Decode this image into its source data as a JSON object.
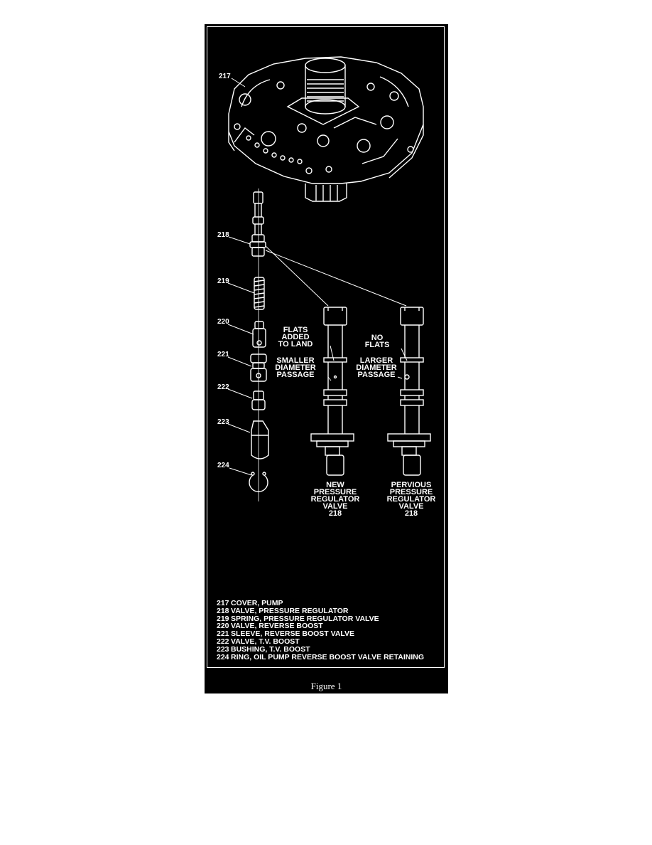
{
  "callouts": {
    "c217": "217",
    "c218": "218",
    "c219": "219",
    "c220": "220",
    "c221": "221",
    "c222": "222",
    "c223": "223",
    "c224": "224"
  },
  "new_valve": {
    "flats_note": [
      "FLATS",
      "ADDED",
      "TO LAND"
    ],
    "passage_note": [
      "SMALLER",
      "DIAMETER",
      "PASSAGE"
    ],
    "caption": [
      "NEW",
      "PRESSURE",
      "REGULATOR",
      "VALVE",
      "218"
    ]
  },
  "previous_valve": {
    "flats_note": [
      "NO",
      "FLATS"
    ],
    "passage_note": [
      "LARGER",
      "DIAMETER",
      "PASSAGE"
    ],
    "caption": [
      "PERVIOUS",
      "PRESSURE",
      "REGULATOR",
      "VALVE",
      "218"
    ]
  },
  "legend": [
    {
      "code": "217",
      "text": "COVER, PUMP"
    },
    {
      "code": "218",
      "text": "VALVE, PRESSURE REGULATOR"
    },
    {
      "code": "219",
      "text": "SPRING, PRESSURE REGULATOR VALVE"
    },
    {
      "code": "220",
      "text": "VALVE, REVERSE BOOST"
    },
    {
      "code": "221",
      "text": "SLEEVE, REVERSE BOOST VALVE"
    },
    {
      "code": "222",
      "text": "VALVE, T.V. BOOST"
    },
    {
      "code": "223",
      "text": "BUSHING, T.V. BOOST"
    },
    {
      "code": "224",
      "text": "RING, OIL PUMP REVERSE BOOST VALVE RETAINING"
    }
  ],
  "figure_caption": "Figure 1"
}
